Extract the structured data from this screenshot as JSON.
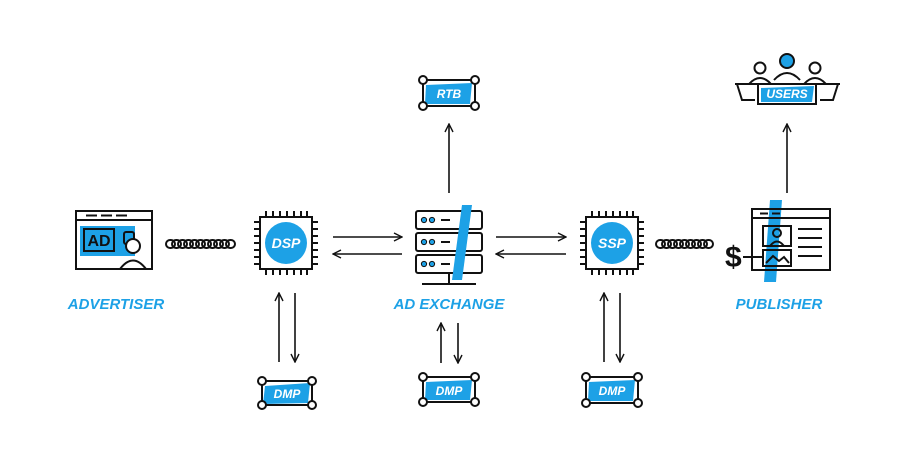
{
  "colors": {
    "accent": "#1da1e6",
    "ink": "#111111"
  },
  "nodes": {
    "advertiser": {
      "label": "ADVERTISER",
      "icon": "ad-monitor-icon",
      "ad_text": "AD"
    },
    "dsp": {
      "label": "DSP",
      "icon": "chip-icon"
    },
    "ad_exchange": {
      "label": "AD EXCHANGE",
      "icon": "server-icon"
    },
    "ssp": {
      "label": "SSP",
      "icon": "chip-icon"
    },
    "publisher": {
      "label": "PUBLISHER",
      "icon": "webpage-icon",
      "currency": "$"
    },
    "rtb": {
      "label": "RTB"
    },
    "users": {
      "label": "USERS",
      "icon": "users-icon"
    },
    "dmp_dsp": {
      "label": "DMP"
    },
    "dmp_exchange": {
      "label": "DMP"
    },
    "dmp_ssp": {
      "label": "DMP"
    }
  }
}
